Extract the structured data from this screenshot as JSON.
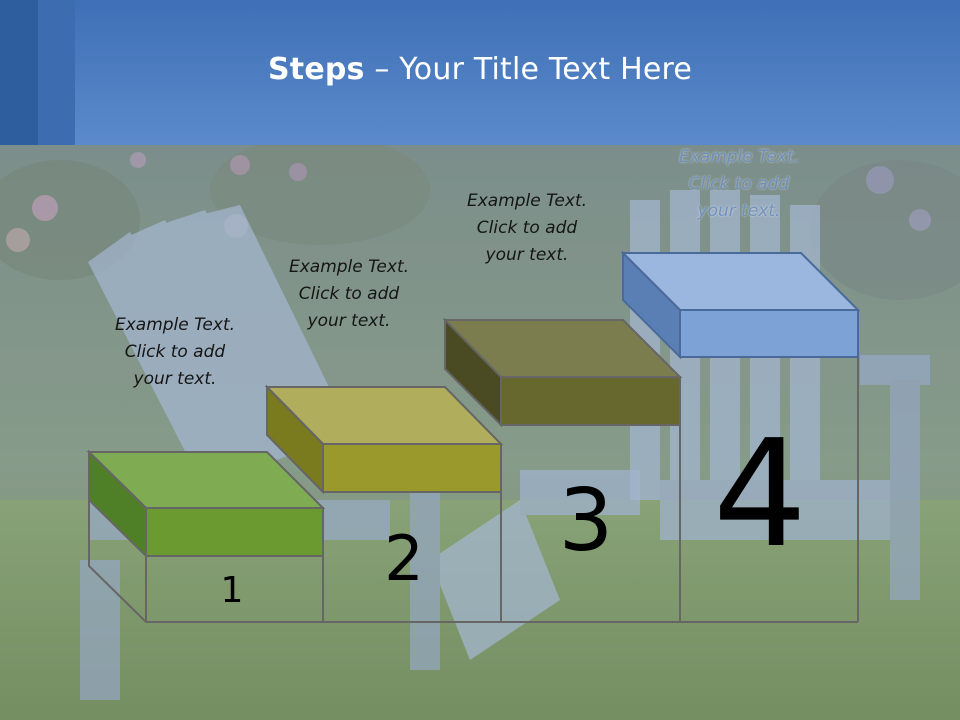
{
  "header": {
    "title_bold": "Steps",
    "title_rest": " – Your Title Text Here"
  },
  "steps": [
    {
      "number": "1",
      "text_line1": "Example Text.",
      "text_line2": "Click  to add",
      "text_line3": "your text.",
      "color": "#6a9a30"
    },
    {
      "number": "2",
      "text_line1": "Example Text.",
      "text_line2": "Click  to add",
      "text_line3": "your text.",
      "color": "#9a9a2c"
    },
    {
      "number": "3",
      "text_line1": "Example Text.",
      "text_line2": "Click  to add",
      "text_line3": "your text.",
      "color": "#66682e"
    },
    {
      "number": "4",
      "text_line1": "Example Text.",
      "text_line2": "Click  to add",
      "text_line3": "your text.",
      "color": "#7da2d6"
    }
  ],
  "colors": {
    "header_band": "#4f7ec2",
    "header_corner": "#2f5e9e",
    "frame_line": "#666666"
  }
}
